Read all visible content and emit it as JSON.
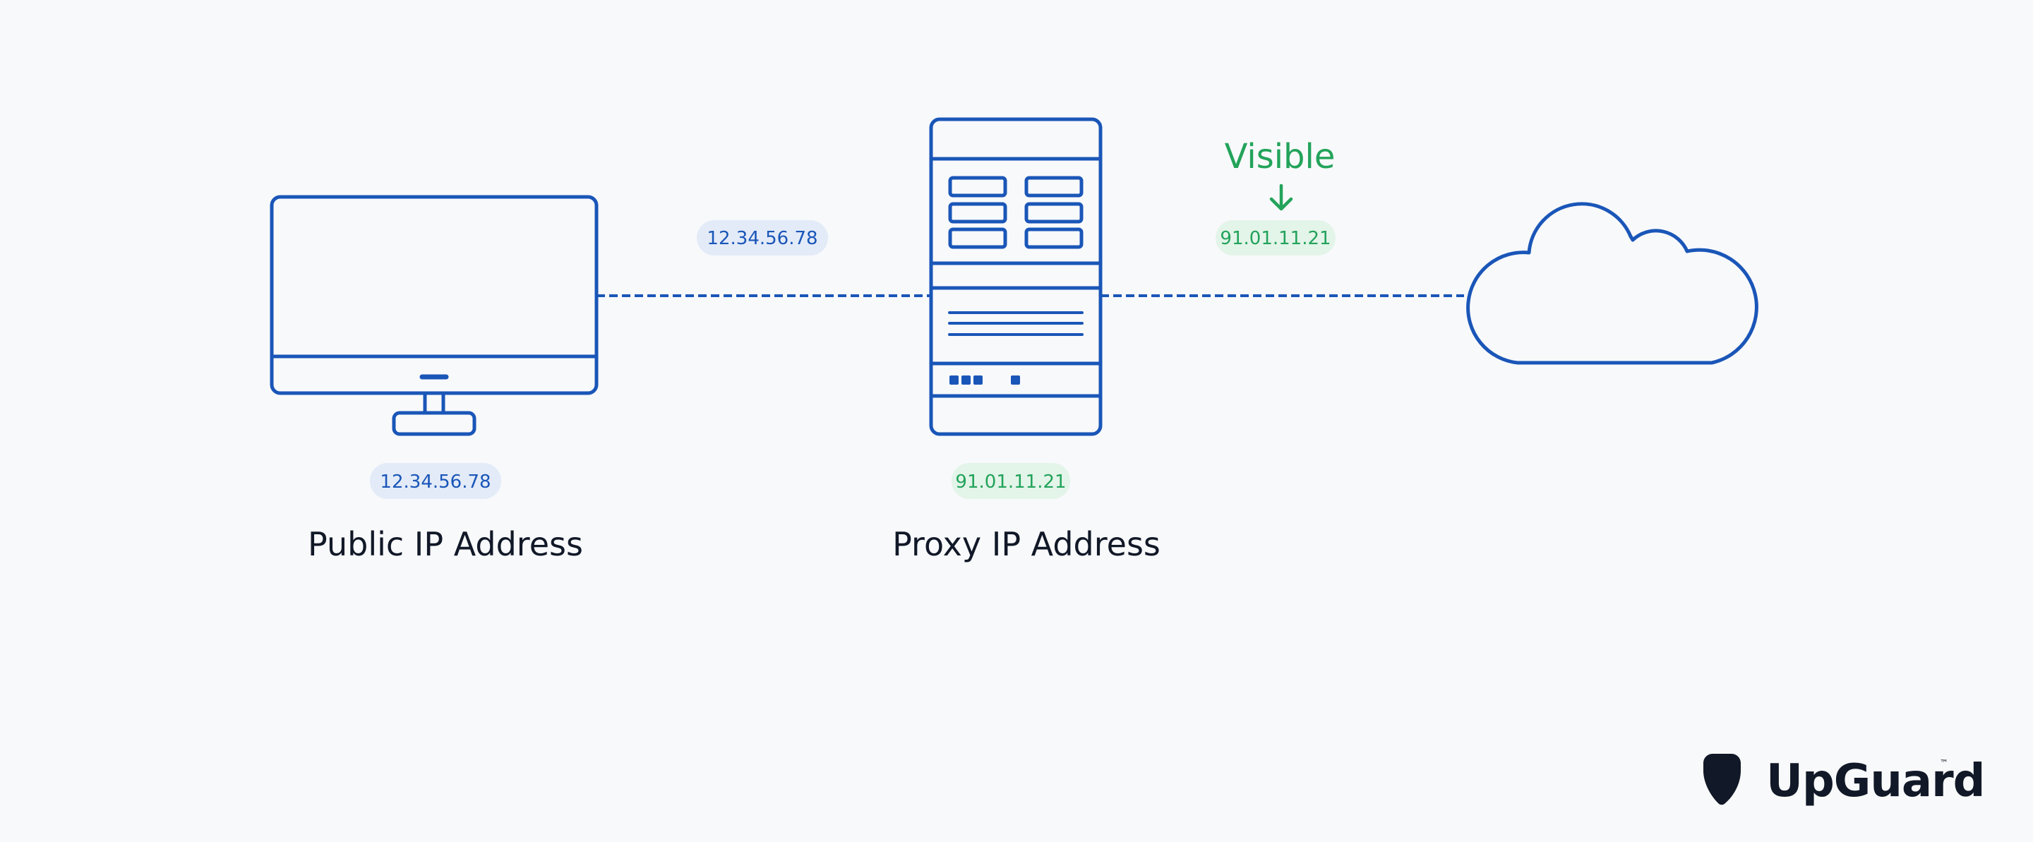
{
  "colors": {
    "background": "#f8f9fb",
    "blue": "#1a56b8",
    "blue_pill_bg": "#e3ebf8",
    "green": "#22a35a",
    "green_pill_bg": "#e3f4e9",
    "dark": "#111827"
  },
  "labels": {
    "client_inline_ip": "12.34.56.78",
    "proxy_inline_ip": "91.01.11.21",
    "client_ip": "12.34.56.78",
    "proxy_ip": "91.01.11.21",
    "client_caption": "Public IP Address",
    "proxy_caption": "Proxy IP Address",
    "visible": "Visible"
  },
  "icons": {
    "client": "desktop-monitor-icon",
    "proxy": "server-tower-icon",
    "internet": "cloud-icon",
    "visible_arrow": "arrow-down-icon",
    "brand": "guitar-pick-logo-icon"
  },
  "brand": {
    "name": "UpGuard",
    "trademark": "™"
  }
}
